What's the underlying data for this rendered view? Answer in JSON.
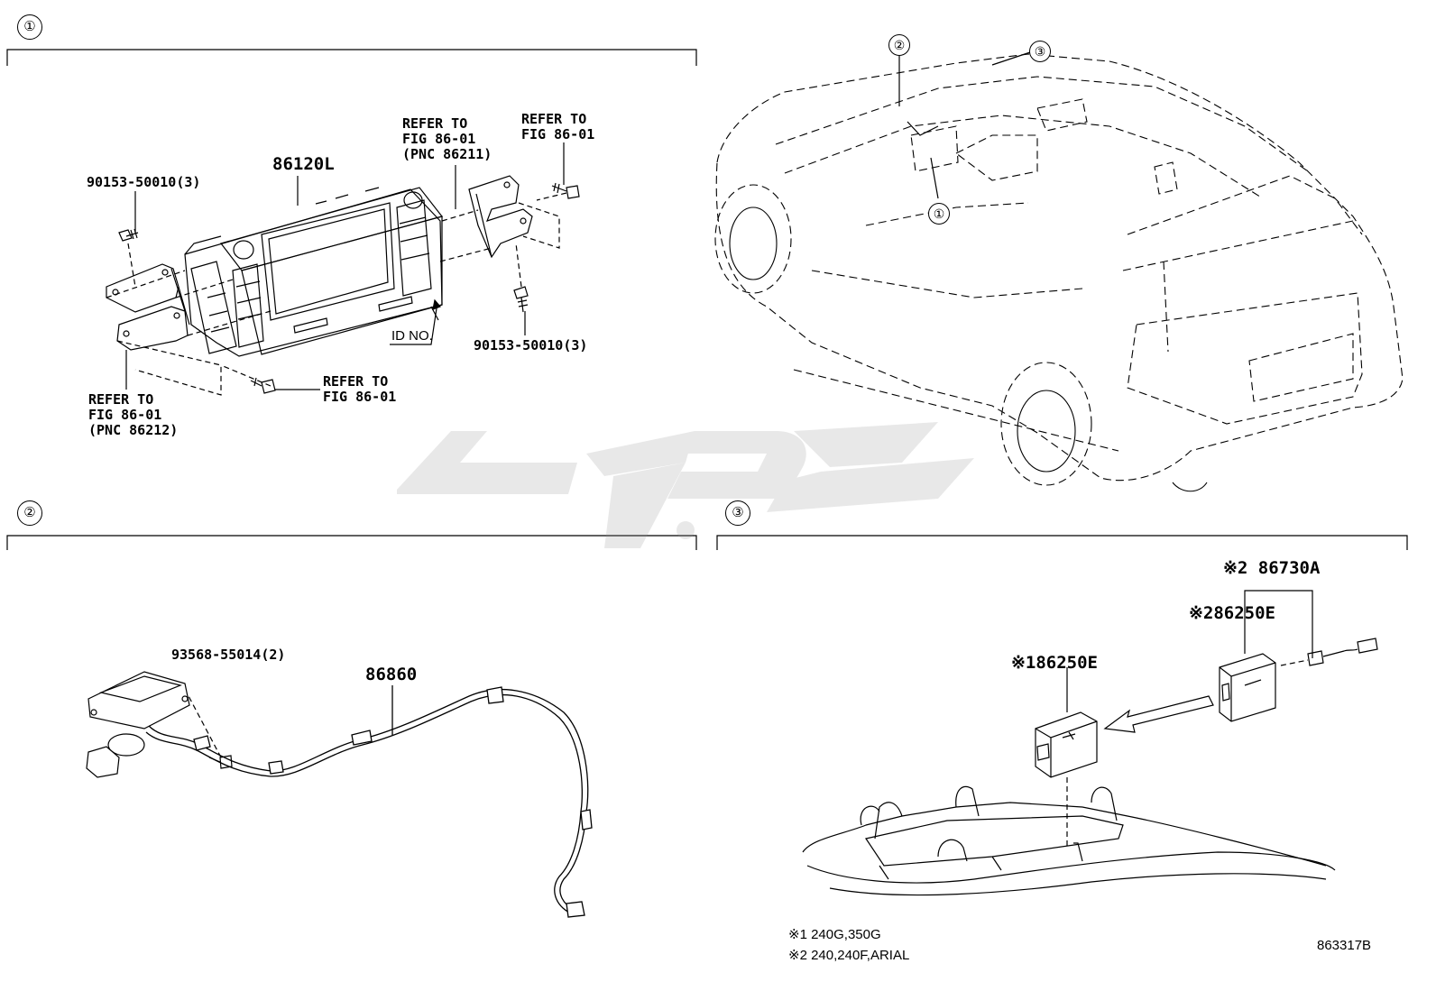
{
  "sections": [
    {
      "num": "①"
    },
    {
      "num": "②"
    },
    {
      "num": "③"
    }
  ],
  "section1": {
    "part_display": "86120L",
    "bolt_left": "90153-50010(3)",
    "bolt_right": "90153-50010(3)",
    "refer_top_1": "REFER TO",
    "refer_top_2": "FIG 86-01",
    "refer_top_3": "(PNC 86211)",
    "refer_tr_1": "REFER TO",
    "refer_tr_2": "FIG 86-01",
    "refer_screw_1": "REFER TO",
    "refer_screw_2": "FIG 86-01",
    "refer_bl_1": "REFER TO",
    "refer_bl_2": "FIG 86-01",
    "refer_bl_3": "(PNC 86212)",
    "id_no": "ID NO."
  },
  "car_callouts": [
    "①",
    "②",
    "③"
  ],
  "section2": {
    "screw": "93568-55014(2)",
    "harness": "86860"
  },
  "section3": {
    "mark": "※",
    "part_top": "※2 86730A",
    "part_mid": "※286250E",
    "part_low": "※186250E"
  },
  "footnotes": {
    "note1": "※1 240G,350G",
    "note2": "※2 240,240F,ARIAL",
    "code": "863317B"
  },
  "colors": {
    "line": "#000000",
    "watermark": "#9a9a9a"
  }
}
